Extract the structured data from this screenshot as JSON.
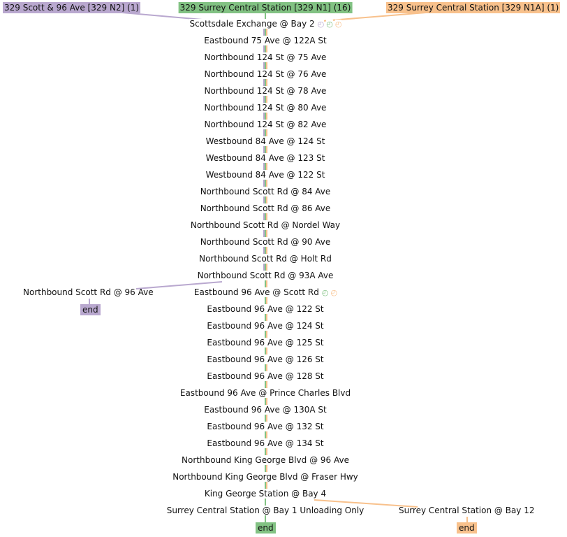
{
  "colors": {
    "purple": "#b9a8cf",
    "green": "#82c283",
    "orange": "#f8c18c"
  },
  "branches": {
    "n2": "329 Scott & 96 Ave [329 N2] (1)",
    "n1": "329 Surrey Central Station [329 N1] (16)",
    "n1a": "329 Surrey Central Station [329 N1A] (1)"
  },
  "clock_icon": "clock-icon",
  "clock_glyph": "◴",
  "stops": [
    "Scottsdale Exchange @ Bay 2",
    "Eastbound 75 Ave @ 122A St",
    "Northbound 124 St @ 75 Ave",
    "Northbound 124 St @ 76 Ave",
    "Northbound 124 St @ 78 Ave",
    "Northbound 124 St @ 80 Ave",
    "Northbound 124 St @ 82 Ave",
    "Westbound 84 Ave @ 124 St",
    "Westbound 84 Ave @ 123 St",
    "Westbound 84 Ave @ 122 St",
    "Northbound Scott Rd @ 84 Ave",
    "Northbound Scott Rd @ 86 Ave",
    "Northbound Scott Rd @ Nordel Way",
    "Northbound Scott Rd @ 90 Ave",
    "Northbound Scott Rd @ Holt Rd",
    "Northbound Scott Rd @ 93A Ave",
    "Eastbound 96 Ave @ Scott Rd",
    "Eastbound 96 Ave @ 122 St",
    "Eastbound 96 Ave @ 124 St",
    "Eastbound 96 Ave @ 125 St",
    "Eastbound 96 Ave @ 126 St",
    "Eastbound 96 Ave @ 128 St",
    "Eastbound 96 Ave @ Prince Charles Blvd",
    "Eastbound 96 Ave @ 130A St",
    "Eastbound 96 Ave @ 132 St",
    "Eastbound 96 Ave @ 134 St",
    "Northbound King George Blvd @ 96 Ave",
    "Northbound King George Blvd @ Fraser Hwy",
    "King George Station @ Bay 4",
    "Surrey Central Station @ Bay 1 Unloading Only"
  ],
  "side_stops": {
    "n2_last": "Northbound Scott Rd @ 96 Ave",
    "n1a_last": "Surrey Central Station @ Bay 12"
  },
  "end_label": "end"
}
